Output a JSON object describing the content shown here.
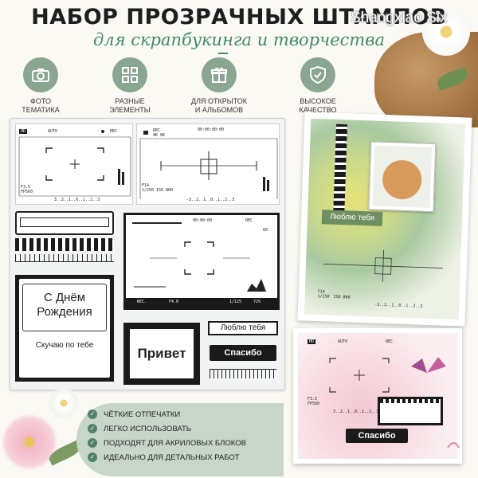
{
  "header": {
    "title": "НАБОР ПРОЗРАЧНЫХ ШТАМПОВ",
    "subtitle": "для скрапбукинга и творчества",
    "brand": "Shangxiao Six"
  },
  "features": [
    {
      "label_line1": "ФОТО",
      "label_line2": "ТЕМАТИКА",
      "icon": "camera-icon"
    },
    {
      "label_line1": "РАЗНЫЕ",
      "label_line2": "ЭЛЕМЕНТЫ",
      "icon": "grid-icon"
    },
    {
      "label_line1": "ДЛЯ ОТКРЫТОК",
      "label_line2": "И АЛЬБОМОВ",
      "icon": "gift-icon"
    },
    {
      "label_line1": "ВЫСОКОЕ",
      "label_line2": "КАЧЕСТВО",
      "icon": "shield-check-icon"
    }
  ],
  "stamps": {
    "vf1": {
      "top_left": "HD",
      "top_mid": "AUTO",
      "top_right": "REC",
      "bl1": "F3.5",
      "bl2": "FP560",
      "bottom": "3..2..1..0..1..2..3"
    },
    "vf2": {
      "top_left": "REC",
      "top_sub": "4K 6K",
      "time": "00:00:00:00",
      "bl1": "F14",
      "bl2": "1/250",
      "iso": "ISO 800",
      "bottom": "-3..2..1..0..1..2..3"
    },
    "vf3": {
      "time": "00:00:00",
      "rec": "REC",
      "bottom_items": [
        "REC.",
        "F4.0",
        "1/125",
        "72%"
      ],
      "p60": "60"
    },
    "birthday_line1": "С Днём",
    "birthday_line2": "Рождения",
    "miss_you": "Скучаю по тебе",
    "hello": "Привет",
    "love_you": "Люблю тебя",
    "thanks": "Спасибо"
  },
  "card1": {
    "label": "Люблю тебя",
    "bl1": "F14",
    "bl2": "1/250",
    "iso": "ISO 800",
    "bottom": "-3..2..1..0..1..2..3"
  },
  "card2": {
    "top_left": "HD",
    "auto": "AUTO",
    "rec": "REC",
    "bl1": "F3.5",
    "bl2": "FP560",
    "bottom": "3..2..1..0..1..2..3",
    "label": "Спасибо"
  },
  "bullets": [
    "ЧЁТКИЕ ОТПЕЧАТКИ",
    "ЛЕГКО ИСПОЛЬЗОВАТЬ",
    "ПОДХОДЯТ ДЛЯ АКРИЛОВЫХ БЛОКОВ",
    "ИДЕАЛЬНО ДЛЯ ДЕТАЛЬНЫХ РАБОТ"
  ],
  "colors": {
    "accent_green": "#3f8a6a",
    "icon_bg": "#8aa690",
    "bullet_bg": "#c7d6c9"
  }
}
